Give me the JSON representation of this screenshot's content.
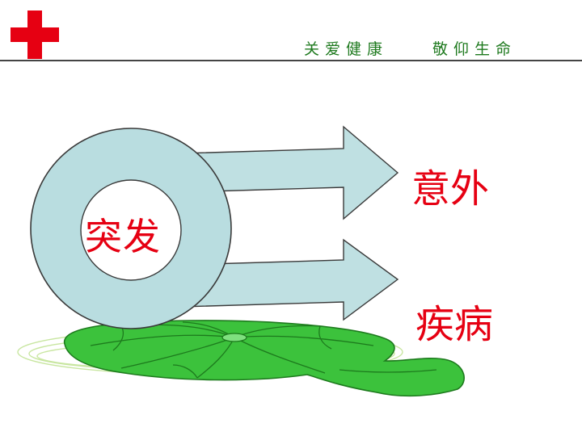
{
  "header": {
    "slogan_left": "关爱健康",
    "slogan_right": "敬仰生命"
  },
  "diagram": {
    "center_label": "突发",
    "branches": [
      {
        "label": "意外"
      },
      {
        "label": "疾病"
      }
    ]
  },
  "colors": {
    "cross": "#e60012",
    "slogan": "#1f7a1f",
    "ring": "#b9dde0",
    "leaf": "#3cc23c",
    "label": "#e60012"
  },
  "icons": {
    "logo": "red-cross-icon"
  }
}
